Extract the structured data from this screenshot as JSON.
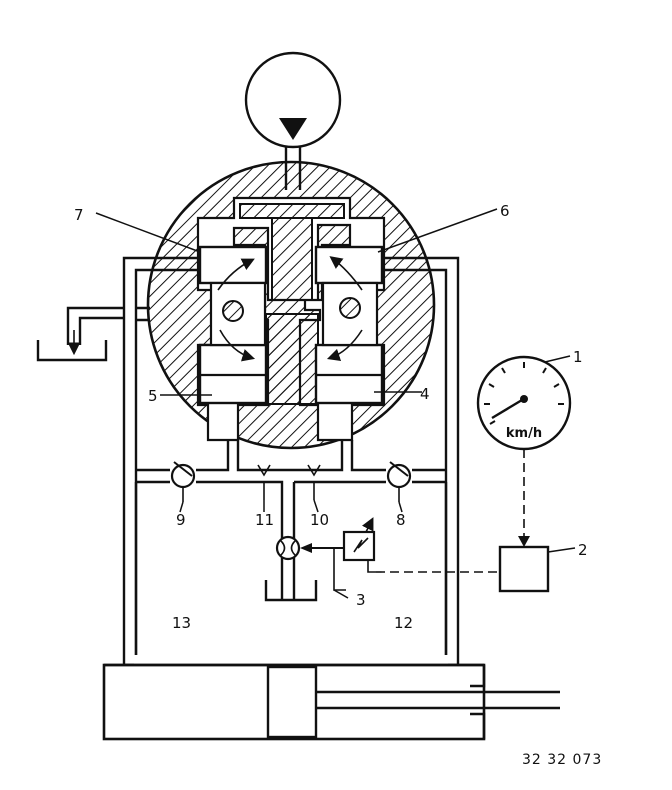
{
  "labels": {
    "n1": "1",
    "n2": "2",
    "n3": "3",
    "n4": "4",
    "n5": "5",
    "n6": "6",
    "n7": "7",
    "n8": "8",
    "n9": "9",
    "n10": "10",
    "n11": "11",
    "n12": "12",
    "n13": "13"
  },
  "speedometer_unit": "km/h",
  "reference_code": "32 32 073"
}
